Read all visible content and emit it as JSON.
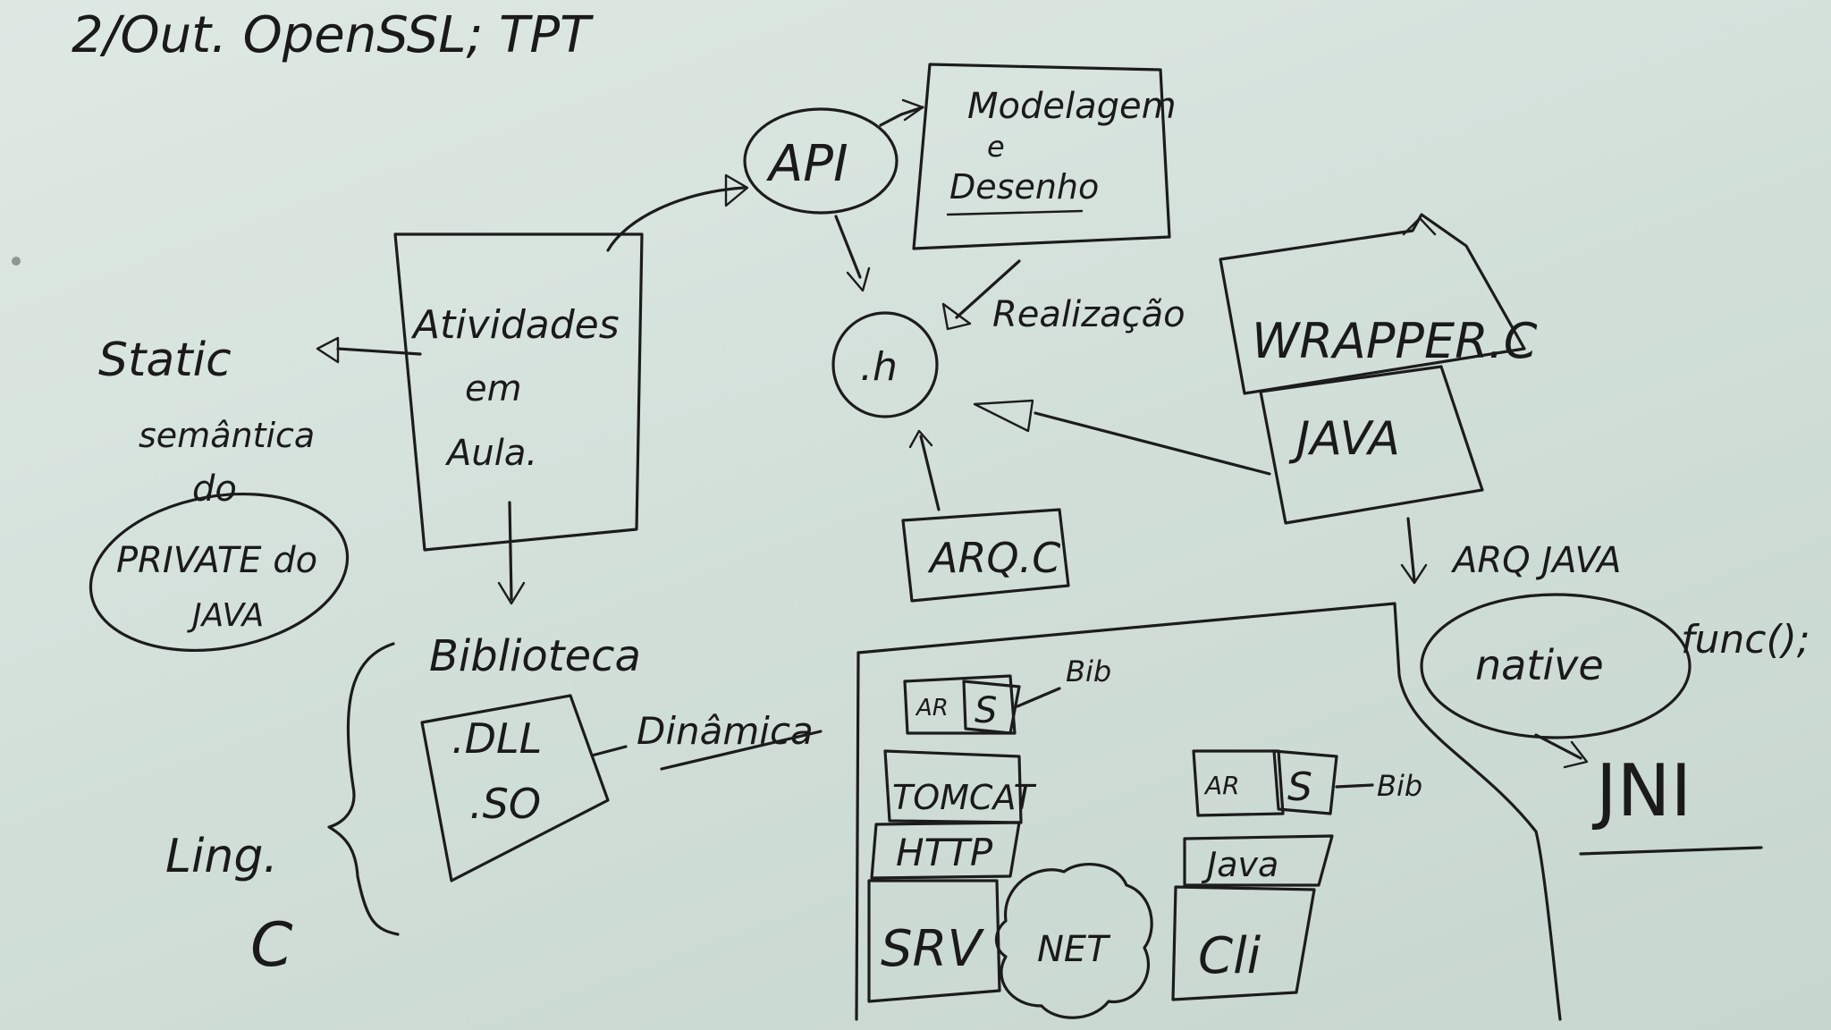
{
  "whiteboard": {
    "header": "2/Out. OpenSSL; TPT",
    "api": "API",
    "modelagem": [
      "Modelagem",
      "e",
      "Desenho"
    ],
    "atividades": [
      "Atividades",
      "em",
      "Aula."
    ],
    "static_note": [
      "Static",
      "semântica",
      "do"
    ],
    "private": [
      "PRIVATE do",
      "JAVA"
    ],
    "dot_h": ".h",
    "realizacao": "Realização",
    "wrapper": "WRAPPER.C",
    "java_box": "JAVA",
    "arq_c": "ARQ.C",
    "arq_java": "ARQ JAVA",
    "native": "native",
    "func": "func();",
    "jni": "JNI",
    "biblioteca": "Biblioteca",
    "dll": ".DLL",
    "so": ".SO",
    "dinamica": "Dinâmica",
    "ling": "Ling.",
    "c": "C",
    "ar_left": "AR",
    "s_left": "S",
    "bib_left": "Bib",
    "tomcat": "TOMCAT",
    "http": "HTTP",
    "srv": "SRV",
    "net": "NET",
    "ar_right": "AR",
    "s_right": "S",
    "bib_right": "Bib",
    "java_small": "Java",
    "cli": "Cli"
  }
}
